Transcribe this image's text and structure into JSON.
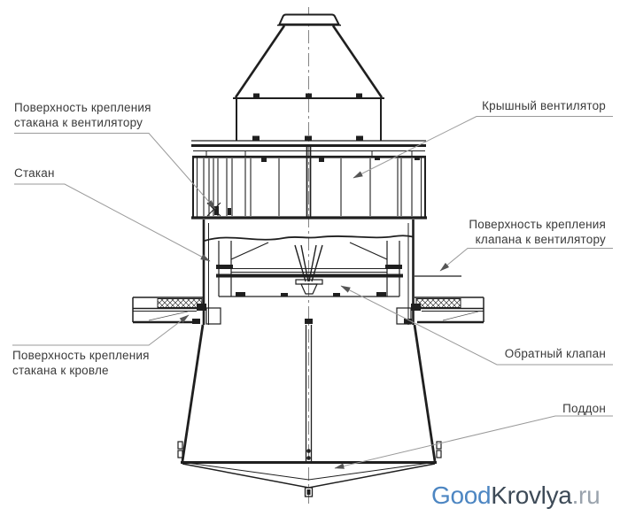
{
  "diagram": {
    "title_semantic": "roof-fan-cross-section",
    "labels": {
      "surface_cup_to_fan": {
        "line1": "Поверхность крепления",
        "line2": "стакана к вентилятору"
      },
      "cup": "Стакан",
      "surface_cup_to_roof": {
        "line1": "Поверхность крепления",
        "line2": "стакана к кровле"
      },
      "roof_fan": "Крышный вентилятор",
      "surface_valve_to_fan": {
        "line1": "Поверхность крепления",
        "line2": "клапана к вентилятору"
      },
      "check_valve": "Обратный клапан",
      "pan": "Поддон"
    },
    "colors": {
      "drawing_line": "#1f1f1f",
      "leader_line": "#9a9a9a",
      "label_text": "#3a3a3a"
    }
  },
  "watermark": {
    "part1": "Good",
    "part2": "Krovlya",
    "part3": ".ru",
    "color1": "#4d86c2",
    "color2": "#3d4a57",
    "color3": "#9aa3ad"
  }
}
